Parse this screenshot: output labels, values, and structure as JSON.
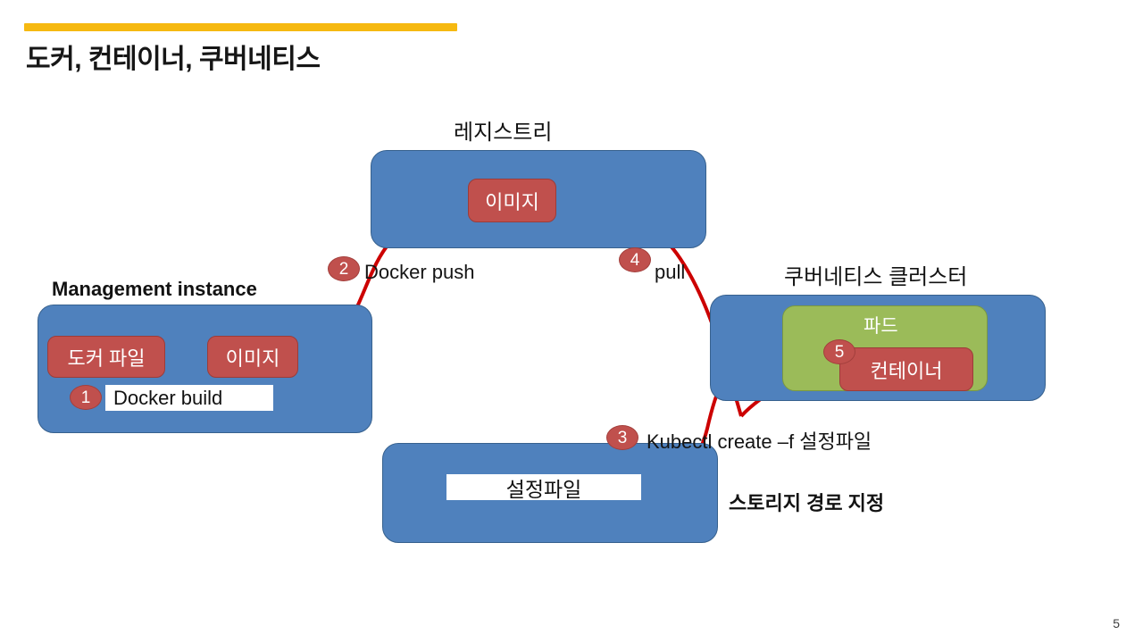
{
  "slide": {
    "title": "도커, 컨테이너, 쿠버네티스",
    "number": "5",
    "accent_color": "#f6b911",
    "blue": "#4f81bd",
    "red": "#c0504d",
    "green": "#9bbb59",
    "arrow_color": "#cc0000"
  },
  "registry": {
    "title": "레지스트리",
    "image_label": "이미지"
  },
  "management": {
    "title": "Management instance",
    "dockerfile_label": "도커 파일",
    "image_label": "이미지",
    "build_step": "1",
    "build_label": "Docker build"
  },
  "kubernetes": {
    "title": "쿠버네티스 클러스터",
    "pod_label": "파드",
    "container_label": "컨테이너",
    "container_step": "5"
  },
  "config": {
    "file_label": "설정파일"
  },
  "flows": [
    {
      "step": "2",
      "label": "Docker push"
    },
    {
      "step": "4",
      "label": "pull"
    },
    {
      "step": "3",
      "label": "Kubectl create –f 설정파일"
    }
  ],
  "notes": {
    "storage_path": "스토리지 경로 지정"
  }
}
